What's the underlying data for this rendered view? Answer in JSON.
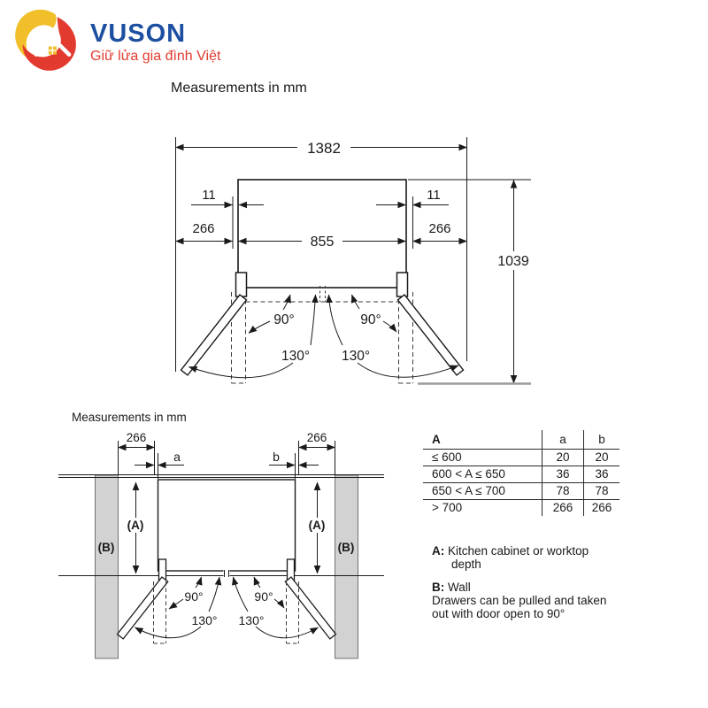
{
  "logo": {
    "brand": "VUSON",
    "tagline": "Giữ lửa gia đình Việt"
  },
  "top_diagram": {
    "title": "Measurements in mm",
    "total_width": "1382",
    "gap_left": "11",
    "gap_right": "11",
    "side_clearance_left": "266",
    "side_clearance_right": "266",
    "inner_width": "855",
    "total_depth": "1039",
    "angle_90_left": "90°",
    "angle_90_right": "90°",
    "angle_130_left": "130°",
    "angle_130_right": "130°"
  },
  "bottom_diagram": {
    "title": "Measurements in mm",
    "clearance_left": "266",
    "clearance_right": "266",
    "dim_a": "a",
    "dim_b": "b",
    "depth_label_left": "(A)",
    "depth_label_right": "(A)",
    "wall_label_left": "(B)",
    "wall_label_right": "(B)",
    "angle_90_left": "90°",
    "angle_90_right": "90°",
    "angle_130_left": "130°",
    "angle_130_right": "130°"
  },
  "table": {
    "headers": [
      "A",
      "a",
      "b"
    ],
    "rows": [
      {
        "condition": "≤ 600",
        "a": "20",
        "b": "20"
      },
      {
        "condition": "600 < A ≤ 650",
        "a": "36",
        "b": "36"
      },
      {
        "condition": "650 < A ≤ 700",
        "a": "78",
        "b": "78"
      },
      {
        "condition": "> 700",
        "a": "266",
        "b": "266"
      }
    ]
  },
  "notes": {
    "a_term": "A:",
    "a_line1": "Kitchen cabinet or worktop",
    "a_line2": "depth",
    "b_term": "B:",
    "b_def": "Wall",
    "drawer_line1": "Drawers can be pulled and taken",
    "drawer_line2": "out with door open to 90°"
  },
  "colors": {
    "brand_blue": "#1d4fa1",
    "brand_red": "#e23a2e",
    "logo_yellow": "#f0bf2a",
    "line": "#1a1a1a",
    "floor_gray": "#9b9b9b",
    "wall_fill": "#d2d2d2"
  }
}
